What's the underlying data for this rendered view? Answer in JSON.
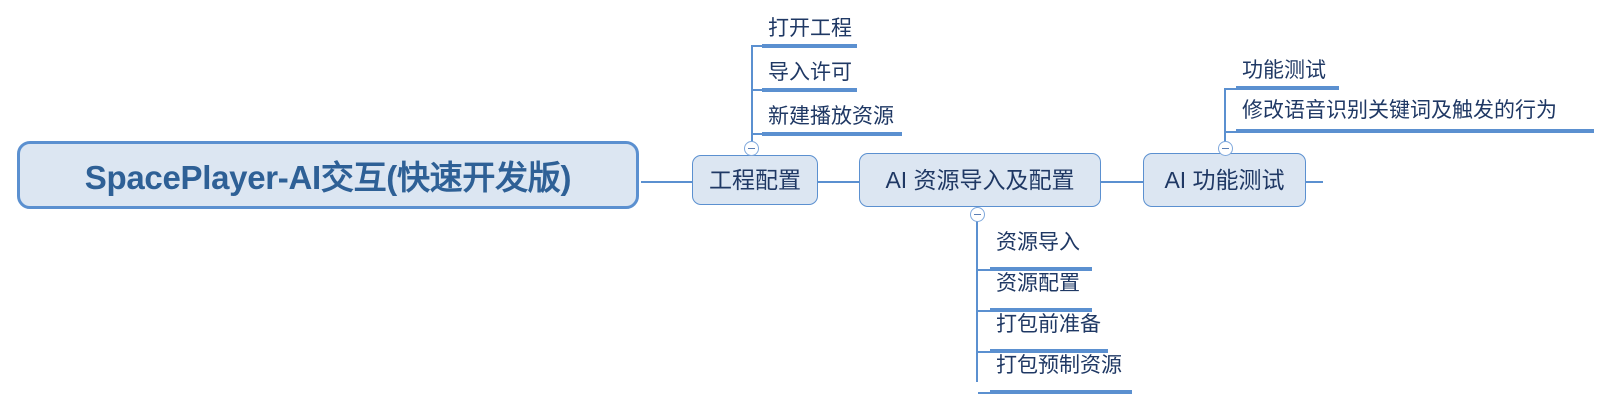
{
  "diagram": {
    "type": "mind-map",
    "title": "SpacePlayer-AI交互(快速开发版)",
    "colors": {
      "node_fill": "#dce6f2",
      "node_border": "#5b90d0",
      "root_text": "#2e6096",
      "node_text": "#1f3864",
      "connector": "#5b90d0"
    },
    "root": {
      "label": "SpacePlayer-AI交互(快速开发版)"
    },
    "branches": [
      {
        "id": "engineering-config",
        "label": "工程配置",
        "toggle": "collapse-minus-icon",
        "children": [
          {
            "label": "打开工程"
          },
          {
            "label": "导入许可"
          },
          {
            "label": "新建播放资源"
          }
        ]
      },
      {
        "id": "ai-resource-import-config",
        "label": "AI 资源导入及配置",
        "toggle": "collapse-minus-icon",
        "children": [
          {
            "label": "资源导入"
          },
          {
            "label": "资源配置"
          },
          {
            "label": "打包前准备"
          },
          {
            "label": "打包预制资源"
          }
        ]
      },
      {
        "id": "ai-function-test",
        "label": "AI 功能测试",
        "toggle": "collapse-minus-icon",
        "children": [
          {
            "label": "功能测试"
          },
          {
            "label": "修改语音识别关键词及触发的行为"
          }
        ]
      }
    ]
  }
}
